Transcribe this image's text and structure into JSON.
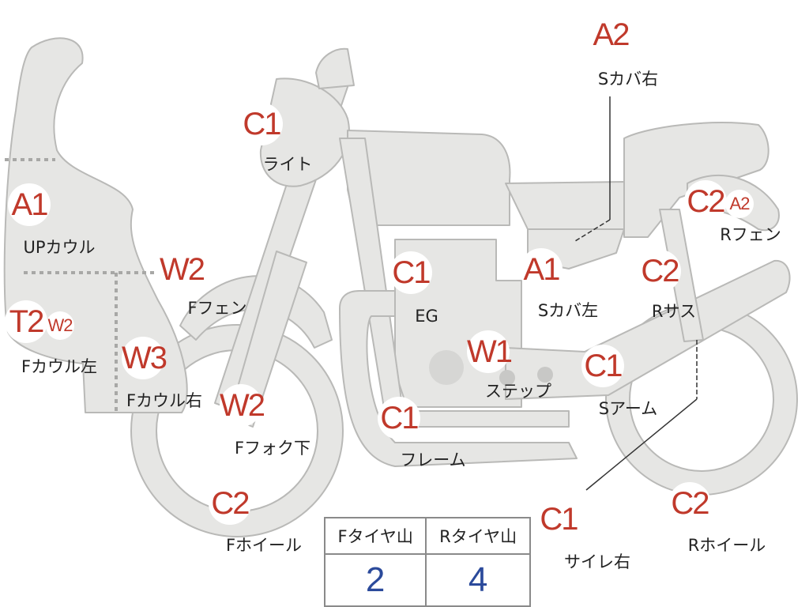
{
  "colors": {
    "part_fill": "#e6e6e4",
    "part_stroke": "#b9b9b7",
    "grade_text": "#c0392b",
    "tread_value": "#2b4a9b"
  },
  "parts": {
    "up_cowl": {
      "grade": "A1",
      "label": "UPカウル"
    },
    "f_cowl_left": {
      "grade": "T2",
      "sub_grade": "W2",
      "label": "Fカウル左"
    },
    "f_cowl_right": {
      "grade": "W3",
      "label": "Fカウル右"
    },
    "light": {
      "grade": "C1",
      "label": "ライト"
    },
    "f_fender": {
      "grade": "W2",
      "label": "Fフェン"
    },
    "f_fork_lower": {
      "grade": "W2",
      "label": "Fフォク下"
    },
    "f_wheel": {
      "grade": "C2",
      "label": "Fホイール"
    },
    "engine": {
      "grade": "C1",
      "label": "EG"
    },
    "frame": {
      "grade": "C1",
      "label": "フレーム"
    },
    "step": {
      "grade": "W1",
      "label": "ステップ"
    },
    "side_cover_left": {
      "grade": "A1",
      "label": "Sカバ左"
    },
    "side_cover_right": {
      "grade": "A2",
      "label": "Sカバ右"
    },
    "swing_arm": {
      "grade": "C1",
      "label": "Sアーム"
    },
    "r_fender": {
      "grade": "C2",
      "sub_grade": "A2",
      "label": "Rフェン"
    },
    "r_suspension": {
      "grade": "C2",
      "label": "Rサス"
    },
    "silencer_right": {
      "grade": "C1",
      "label": "サイレ右"
    },
    "r_wheel": {
      "grade": "C2",
      "label": "Rホイール"
    }
  },
  "tread": {
    "front_label": "Fタイヤ山",
    "rear_label": "Rタイヤ山",
    "front_value": "2",
    "rear_value": "4"
  }
}
